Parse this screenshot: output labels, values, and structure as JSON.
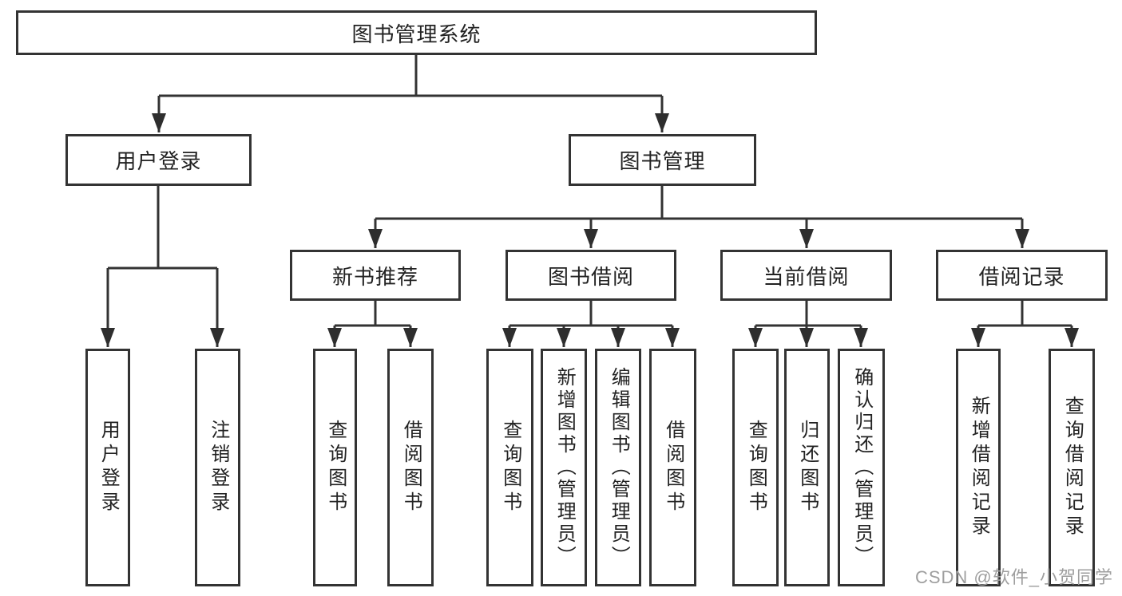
{
  "colors": {
    "line": "#333333",
    "box_border": "#333333",
    "box_fill": "#ffffff",
    "text": "#222222",
    "watermark": "#9e9e9e",
    "background": "#ffffff"
  },
  "watermark": "CSDN @软件_小贺同学",
  "tree": {
    "root": {
      "label": "图书管理系统"
    },
    "branches": [
      {
        "label": "用户登录",
        "children": [
          {
            "label": "用户登录"
          },
          {
            "label": "注销登录"
          }
        ]
      },
      {
        "label": "图书管理",
        "sections": [
          {
            "label": "新书推荐",
            "children": [
              {
                "label": "查询图书"
              },
              {
                "label": "借阅图书"
              }
            ]
          },
          {
            "label": "图书借阅",
            "children": [
              {
                "label": "查询图书"
              },
              {
                "label": "新增图书（管理员）"
              },
              {
                "label": "编辑图书（管理员）"
              },
              {
                "label": "借阅图书"
              }
            ]
          },
          {
            "label": "当前借阅",
            "children": [
              {
                "label": "查询图书"
              },
              {
                "label": "归还图书"
              },
              {
                "label": "确认归还（管理员）"
              }
            ]
          },
          {
            "label": "借阅记录",
            "children": [
              {
                "label": "新增借阅记录"
              },
              {
                "label": "查询借阅记录"
              }
            ]
          }
        ]
      }
    ]
  }
}
